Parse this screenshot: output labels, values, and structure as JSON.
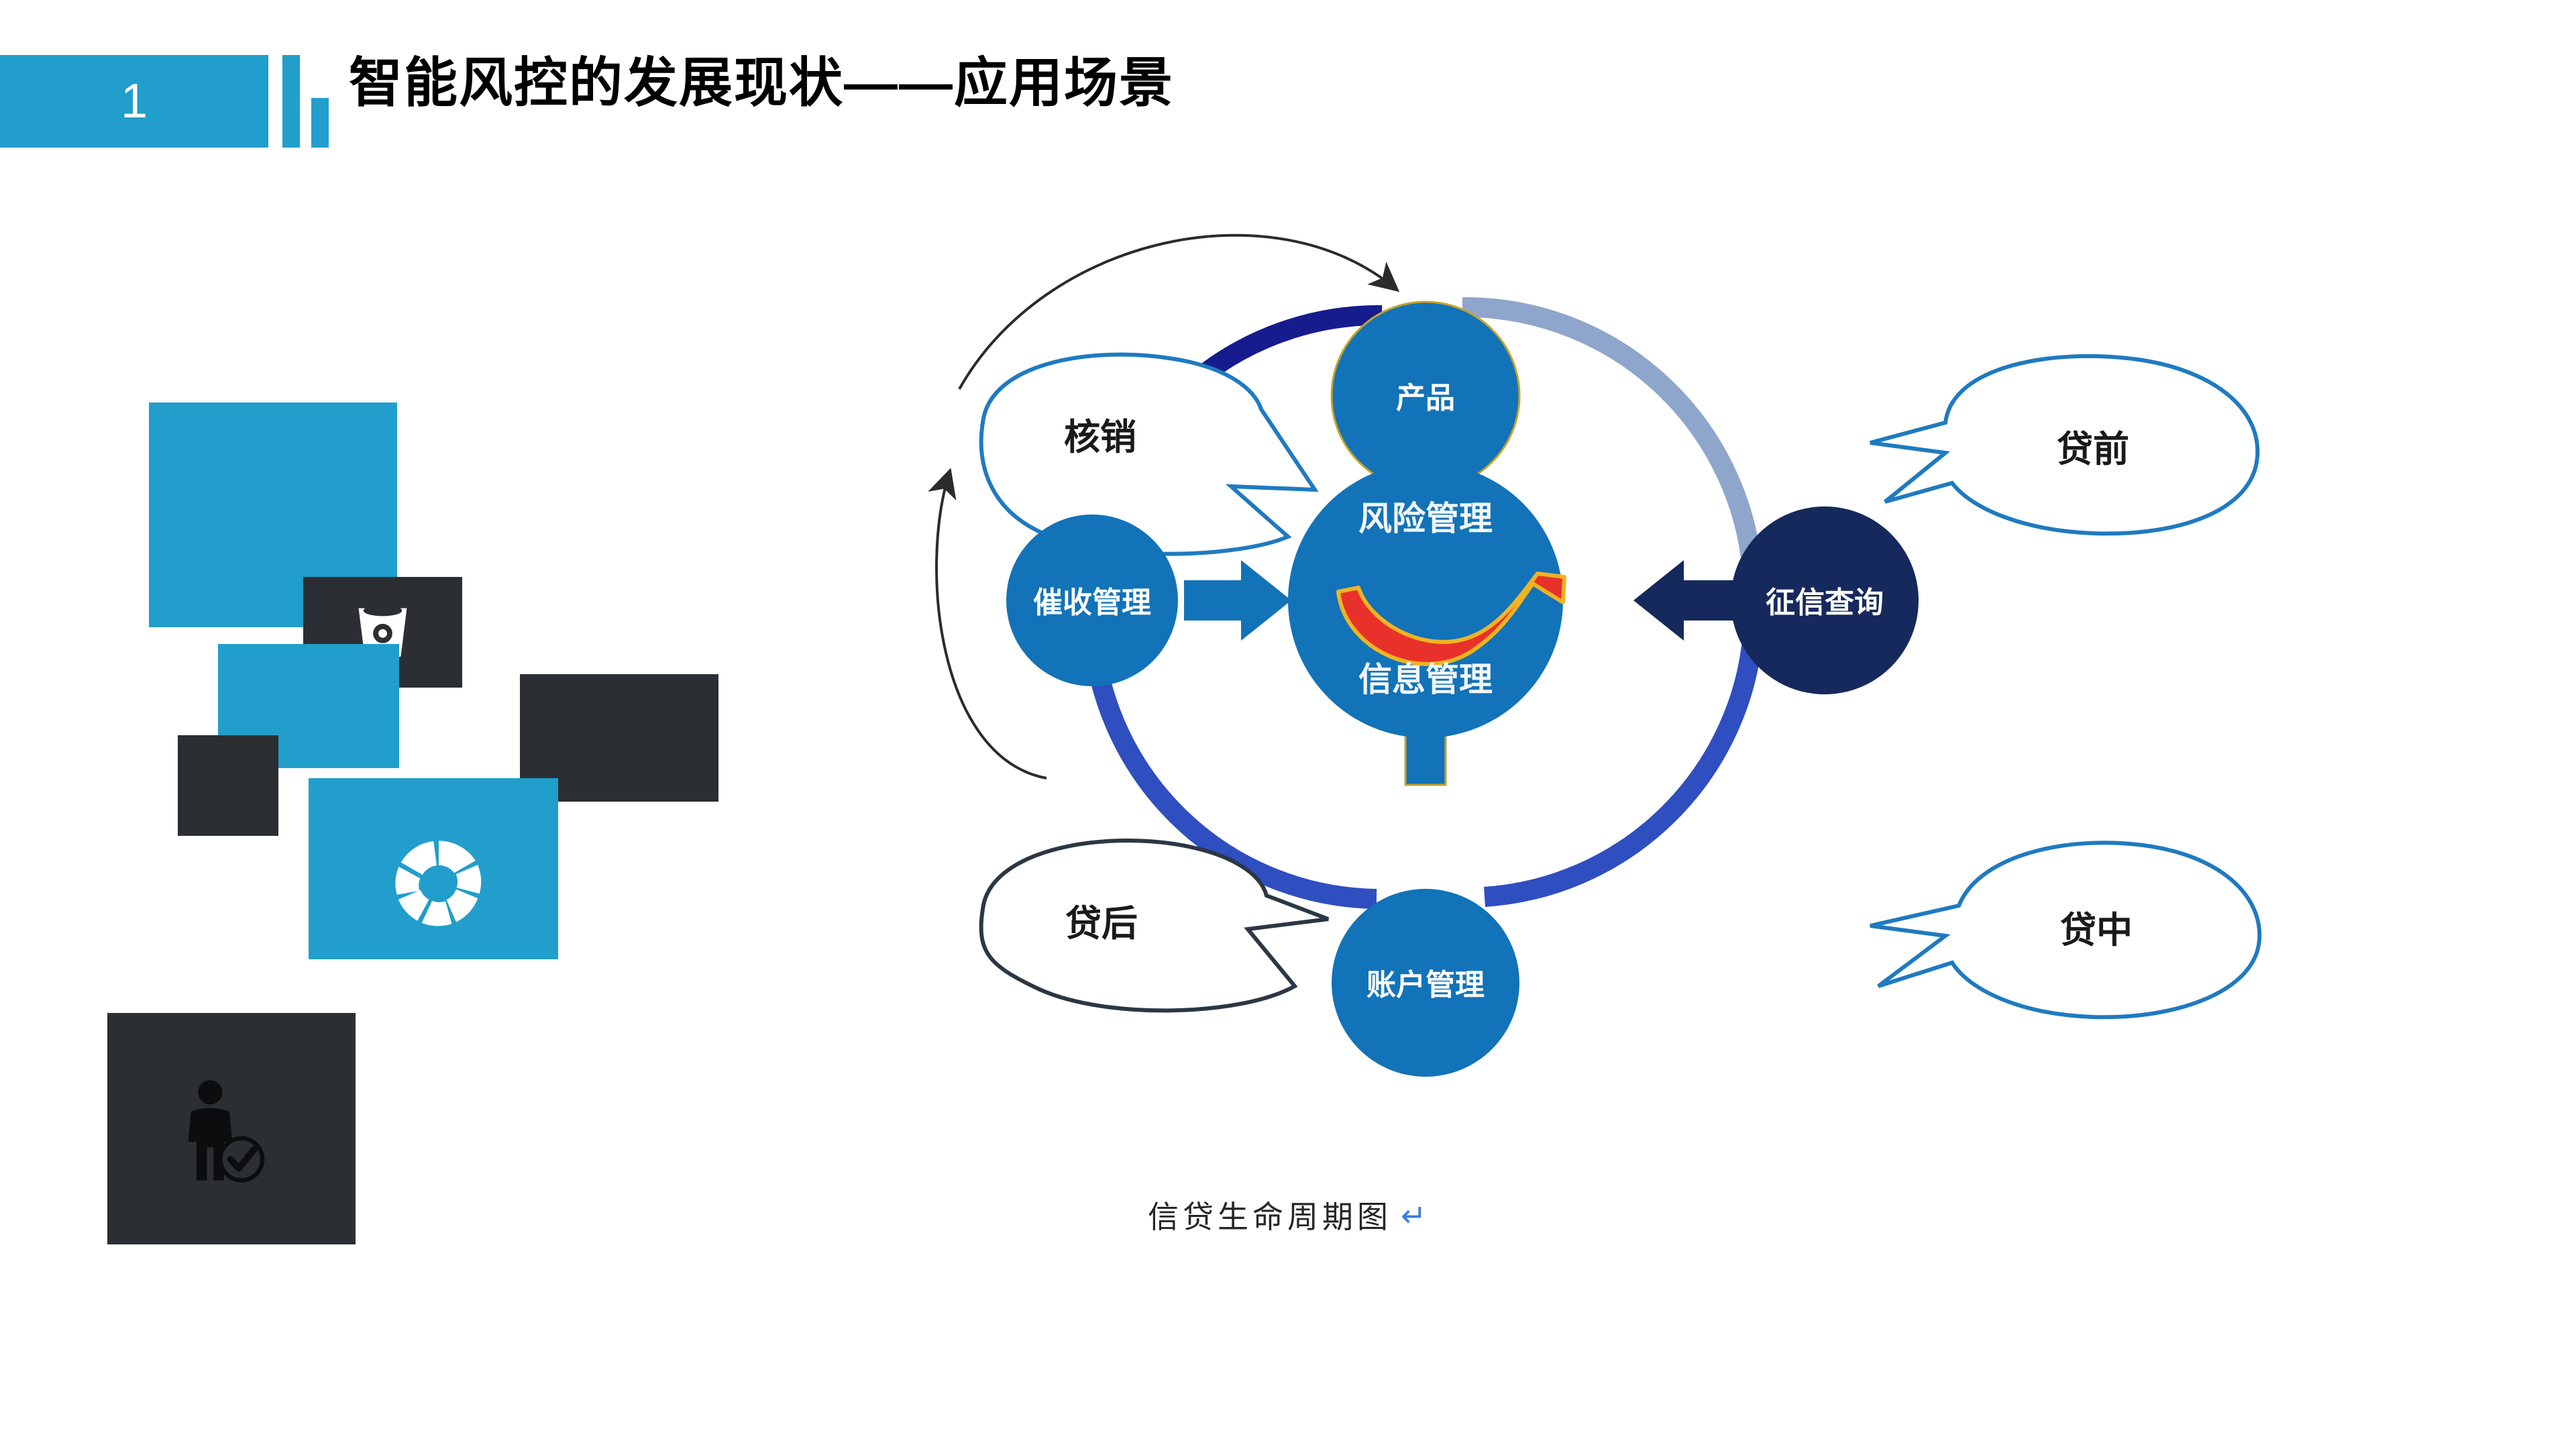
{
  "header": {
    "number": "1",
    "title": "智能风控的发展现状——应用场景",
    "accent_color": "#219ecb"
  },
  "decor": {
    "icons": [
      {
        "name": "bucket-icon",
        "tile": "dark"
      },
      {
        "name": "cycle-donut-icon",
        "tile": "teal"
      },
      {
        "name": "person-check-icon",
        "tile": "dark"
      }
    ],
    "teal_color": "#219ecb",
    "dark_color": "#2b2f33"
  },
  "diagram": {
    "caption": "信贷生命周期图",
    "caption_symbol": "↵",
    "center": {
      "label_top": "风险管理",
      "label_bottom": "信息管理",
      "fill": "#1273b8",
      "logo": "red-swoosh-logo"
    },
    "nodes": [
      {
        "id": "product",
        "label": "产品",
        "fill": "#1273b8",
        "position": "top"
      },
      {
        "id": "credit",
        "label": "征信查询",
        "fill": "#15295c",
        "position": "right"
      },
      {
        "id": "account",
        "label": "账户管理",
        "fill": "#1273b8",
        "position": "bottom"
      },
      {
        "id": "collection",
        "label": "催收管理",
        "fill": "#1273b8",
        "position": "left"
      }
    ],
    "callouts": [
      {
        "id": "writeoff",
        "label": "核销",
        "stroke": "#1f7ac0",
        "position": "top-left"
      },
      {
        "id": "preloan",
        "label": "贷前",
        "stroke": "#1f7ac0",
        "position": "top-right"
      },
      {
        "id": "postloan",
        "label": "贷后",
        "stroke": "#2b3744",
        "position": "bottom-left"
      },
      {
        "id": "midloan",
        "label": "贷中",
        "stroke": "#1f7ac0",
        "position": "bottom-right"
      }
    ],
    "ring_arcs": [
      {
        "id": "arc-top-left",
        "color": "#161b8e"
      },
      {
        "id": "arc-top-right",
        "color": "#8fa6cc"
      },
      {
        "id": "arc-bottom-right",
        "color": "#2f4ec0"
      },
      {
        "id": "arc-bottom-left",
        "color": "#2f4ec0"
      }
    ],
    "flow_arrows": [
      {
        "id": "arrow-product-to-center",
        "direction": "down",
        "fill": "#1273b8"
      },
      {
        "id": "arrow-credit-to-center",
        "direction": "left",
        "fill": "#15295c"
      },
      {
        "id": "arrow-account-to-center",
        "direction": "up",
        "fill": "#1273b8"
      },
      {
        "id": "arrow-collection-to-center",
        "direction": "right",
        "fill": "#1273b8"
      }
    ],
    "curved_arrows": [
      {
        "id": "curve-to-product",
        "color": "#2b2b2b"
      },
      {
        "id": "curve-to-writeoff",
        "color": "#2b2b2b"
      }
    ]
  }
}
